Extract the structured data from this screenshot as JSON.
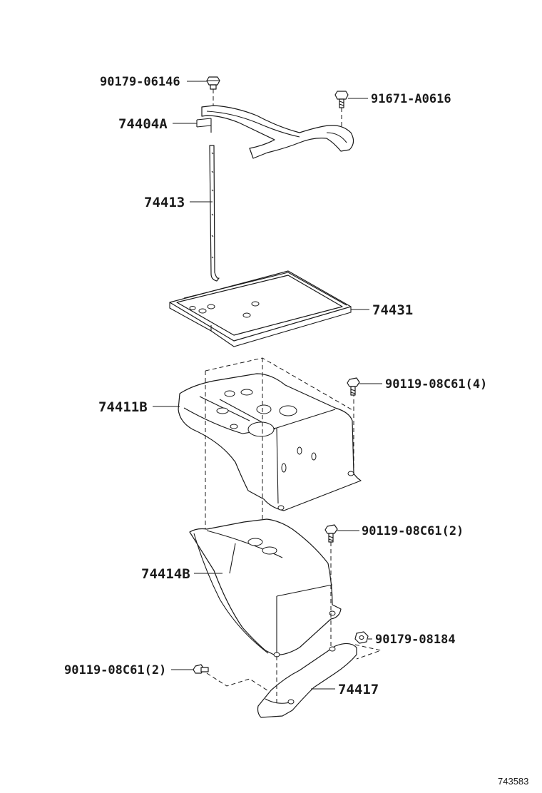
{
  "callouts": {
    "bolt_top": "90179-06146",
    "bolt_top_right": "91671-A0616",
    "clamp": "74404A",
    "rod": "74413",
    "tray": "74431",
    "carrier": "74411B",
    "bolt_carrier": "90119-08C61(4)",
    "bracket": "74414B",
    "bolt_bracket": "90119-08C61(2)",
    "nut_lower": "90179-08184",
    "bolt_lower": "90119-08C61(2)",
    "support": "74417"
  },
  "figure_number": "743583"
}
